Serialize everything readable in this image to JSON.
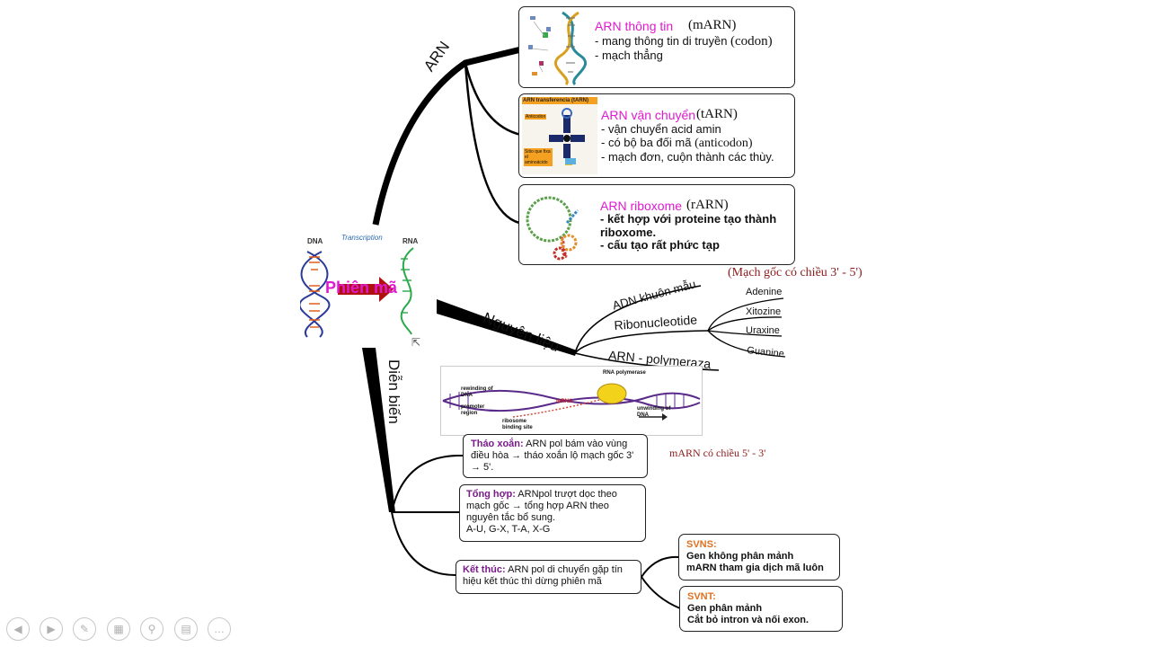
{
  "center": {
    "label": "Phiên mã",
    "dna_label": "DNA",
    "rna_label": "RNA",
    "transcription_label": "Transcription"
  },
  "branches": {
    "arn": "ARN",
    "nguyen_lieu": "Nguyên liệu",
    "dien_bien": "Diễn biến"
  },
  "marn": {
    "title": "ARN thông tin",
    "abbr": "(mARN)",
    "line1_pre": "- mang thông tin di truyền ",
    "line1_abbr": "(codon)",
    "line2": "- mạch thẳng"
  },
  "tarn": {
    "title": "ARN vận chuyển",
    "abbr": "(tARN)",
    "line1": "- vận chuyển acid amin",
    "line2_pre": "- có bộ ba đối mã ",
    "line2_abbr": "(anticodon)",
    "line3": "- mạch đơn, cuộn thành các thùy.",
    "img_title": "ARN transferencia (tARN)",
    "img_anticodon": "Anticodon",
    "img_site": "Sitio que fixa el aminoácido"
  },
  "rarn": {
    "title": "ARN riboxome",
    "abbr": "(rARN)",
    "line1": "- kết hợp với proteine tạo thành",
    "line2": "riboxome.",
    "line3": "- cấu tạo rất phức tạp"
  },
  "materials": {
    "adn": "ADN khuôn mẫu",
    "adn_note": "(Mạch gốc có chiều 3' - 5')",
    "ribo": "Ribonucleotide",
    "polymerase": "ARN - polymeraza",
    "bases": [
      "Adenine",
      "Xitozine",
      "Uraxine",
      "Guanine"
    ]
  },
  "process_figure": {
    "rna_polymerase": "RNA polymerase",
    "rewinding": "rewinding of DNA",
    "promoter": "promoter region",
    "mrna": "mRNA",
    "unwinding": "unwinding of DNA",
    "ribosome": "ribosome binding site"
  },
  "marn_note": "mARN có chiều 5' - 3'",
  "steps": [
    {
      "title": "Tháo xoắn:",
      "text": " ARN pol bám vào vùng điều hòa → tháo xoắn lộ mạch gốc 3' → 5'."
    },
    {
      "title": "Tổng hợp:",
      "text": " ARNpol trượt dọc theo mạch gốc → tổng hợp ARN theo nguyên tắc bổ sung.",
      "extra": "A-U, G-X, T-A, X-G"
    },
    {
      "title": "Kết thúc:",
      "text": " ARN pol di chuyển gặp tín hiệu kết thúc thì dừng phiên mã"
    }
  ],
  "svns": {
    "title": "SVNS:",
    "line1": "Gen không phân mảnh",
    "line2": "mARN tham gia dịch mã luôn"
  },
  "svnt": {
    "title": "SVNT:",
    "line1": "Gen phân mảnh",
    "line2": "Cắt bỏ intron và nối exon."
  },
  "controls": [
    {
      "name": "prev-slide-button",
      "icon": "◀"
    },
    {
      "name": "next-slide-button",
      "icon": "▶"
    },
    {
      "name": "pen-tool-button",
      "icon": "✎"
    },
    {
      "name": "slides-overview-button",
      "icon": "▦"
    },
    {
      "name": "zoom-button",
      "icon": "⚲"
    },
    {
      "name": "subtitles-button",
      "icon": "▤"
    },
    {
      "name": "more-options-button",
      "icon": "…"
    }
  ],
  "colors": {
    "magenta": "#e01ad0",
    "purple": "#7a1a8a",
    "orange": "#e07020",
    "maroon": "#8a1a1a",
    "arrow": "#b01010"
  }
}
